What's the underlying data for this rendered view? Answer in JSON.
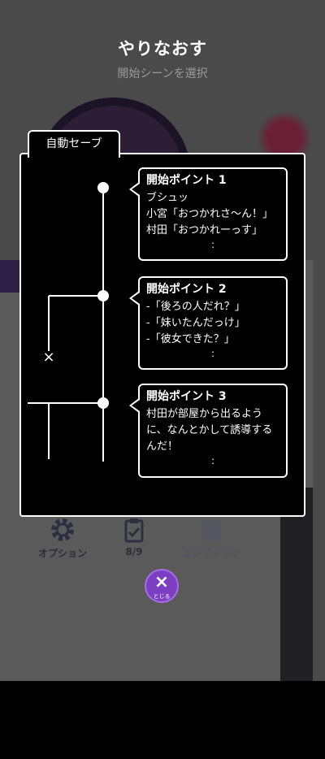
{
  "header": {
    "title": "やりなおす",
    "subtitle": "開始シーンを選択"
  },
  "tab": {
    "label": "自動セーブ"
  },
  "points": [
    {
      "title": "開始ポイント 1",
      "lines": [
        "ブシュッ",
        "小宮「おつかれさ〜ん！」",
        "村田「おつかれーっす」"
      ],
      "more": ":"
    },
    {
      "title": "開始ポイント 2",
      "lines": [
        "-「後ろの人だれ？」",
        "-「妹いたんだっけ」",
        "-「彼女できた？」"
      ],
      "more": ":"
    },
    {
      "title": "開始ポイント 3",
      "lines": [
        "村田が部屋から出るように、なんとかして誘導するんだ！"
      ],
      "more": ":"
    }
  ],
  "branch_end_marker": "×",
  "menu": {
    "options_label": "オプション",
    "progress_label": "8/9",
    "ending_label": "エンディング"
  },
  "close": {
    "icon": "×",
    "label": "とじる"
  },
  "colors": {
    "accent": "#7d3fc2",
    "panel_bg": "#000000",
    "border": "#ffffff"
  }
}
